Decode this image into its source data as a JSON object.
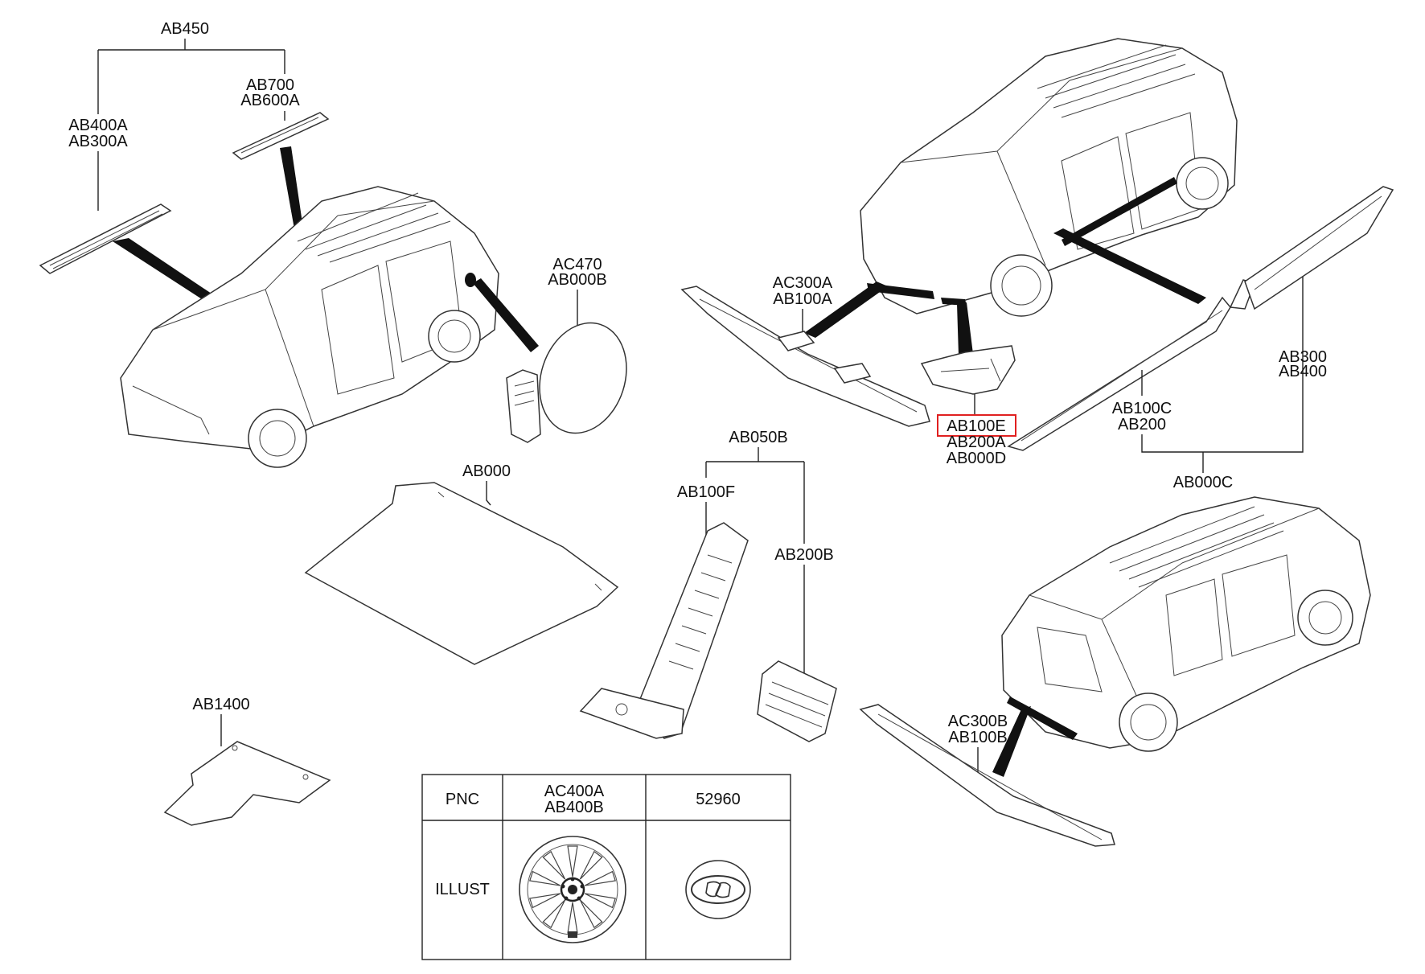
{
  "labels": {
    "ab450": "AB450",
    "ab700": "AB700",
    "ab600a": "AB600A",
    "ab400a": "AB400A",
    "ab300a": "AB300A",
    "ac470": "AC470",
    "ab000b": "AB000B",
    "ab000": "AB000",
    "ab1400": "AB1400",
    "ac300a": "AC300A",
    "ab100a": "AB100A",
    "ab100e": "AB100E",
    "ab200a": "AB200A",
    "ab000d": "AB000D",
    "ab100c": "AB100C",
    "ab200": "AB200",
    "ab300": "AB300",
    "ab400": "AB400",
    "ab000c": "AB000C",
    "ab050b": "AB050B",
    "ab100f": "AB100F",
    "ab200b": "AB200B",
    "ac300b": "AC300B",
    "ab100b": "AB100B"
  },
  "table": {
    "header_col1": "PNC",
    "pnc1_line1": "AC400A",
    "pnc1_line2": "AB400B",
    "pnc2": "52960",
    "row2_label": "ILLUST"
  },
  "highlight_color": "#e02020"
}
